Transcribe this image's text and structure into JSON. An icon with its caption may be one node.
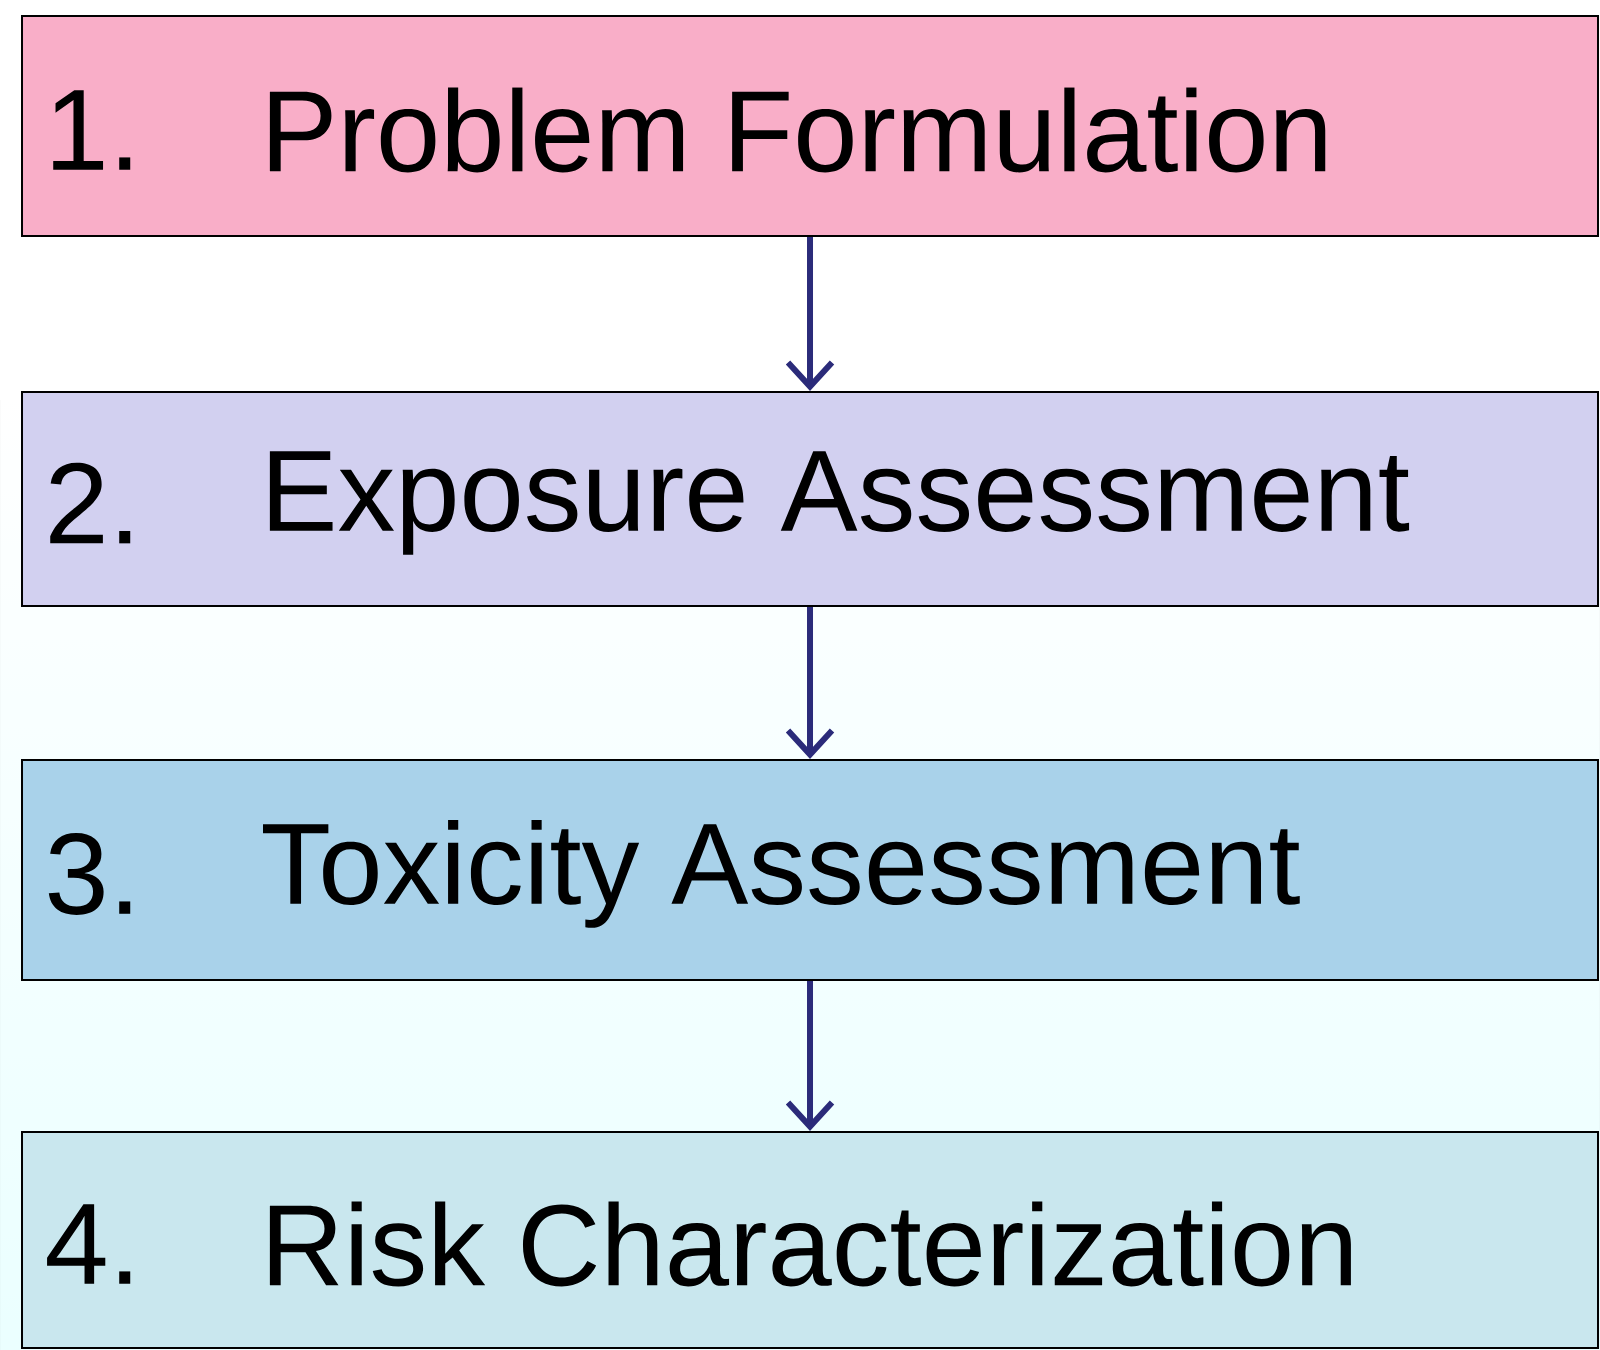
{
  "diagram": {
    "nodes": [
      {
        "text": [
          "1.",
          "Problem Formulation"
        ]
      },
      {
        "text": [
          "2.",
          "Exposure Assessment"
        ]
      },
      {
        "text": [
          "3.",
          "Toxicity Assessment"
        ]
      },
      {
        "text": [
          "4.",
          "Risk Characterization"
        ]
      }
    ],
    "edges": [
      {
        "from": 0,
        "to": 1,
        "arrow": "to"
      },
      {
        "from": 1,
        "to": 2,
        "arrow": "to"
      },
      {
        "from": 2,
        "to": 3,
        "arrow": "to"
      }
    ]
  }
}
